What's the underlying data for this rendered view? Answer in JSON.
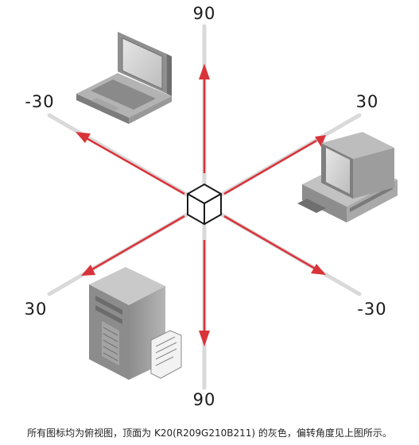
{
  "diagram": {
    "labels": {
      "top": "90",
      "bottom": "90",
      "upper_left": "-30",
      "upper_right": "30",
      "lower_left": "30",
      "lower_right": "-30"
    },
    "colors": {
      "axis": "#d9d9d9",
      "arrow": "#d9333a",
      "cube": "#1a1a1a"
    },
    "icons": {
      "upper_left": "laptop-icon",
      "upper_right": "desktop-computer-icon",
      "lower_left": "server-with-document-icon",
      "center": "cube-icon"
    }
  },
  "caption": "所有图标均为俯视图，顶面为 K20(R209G210B211) 的灰色，偏转角度见上图所示。"
}
